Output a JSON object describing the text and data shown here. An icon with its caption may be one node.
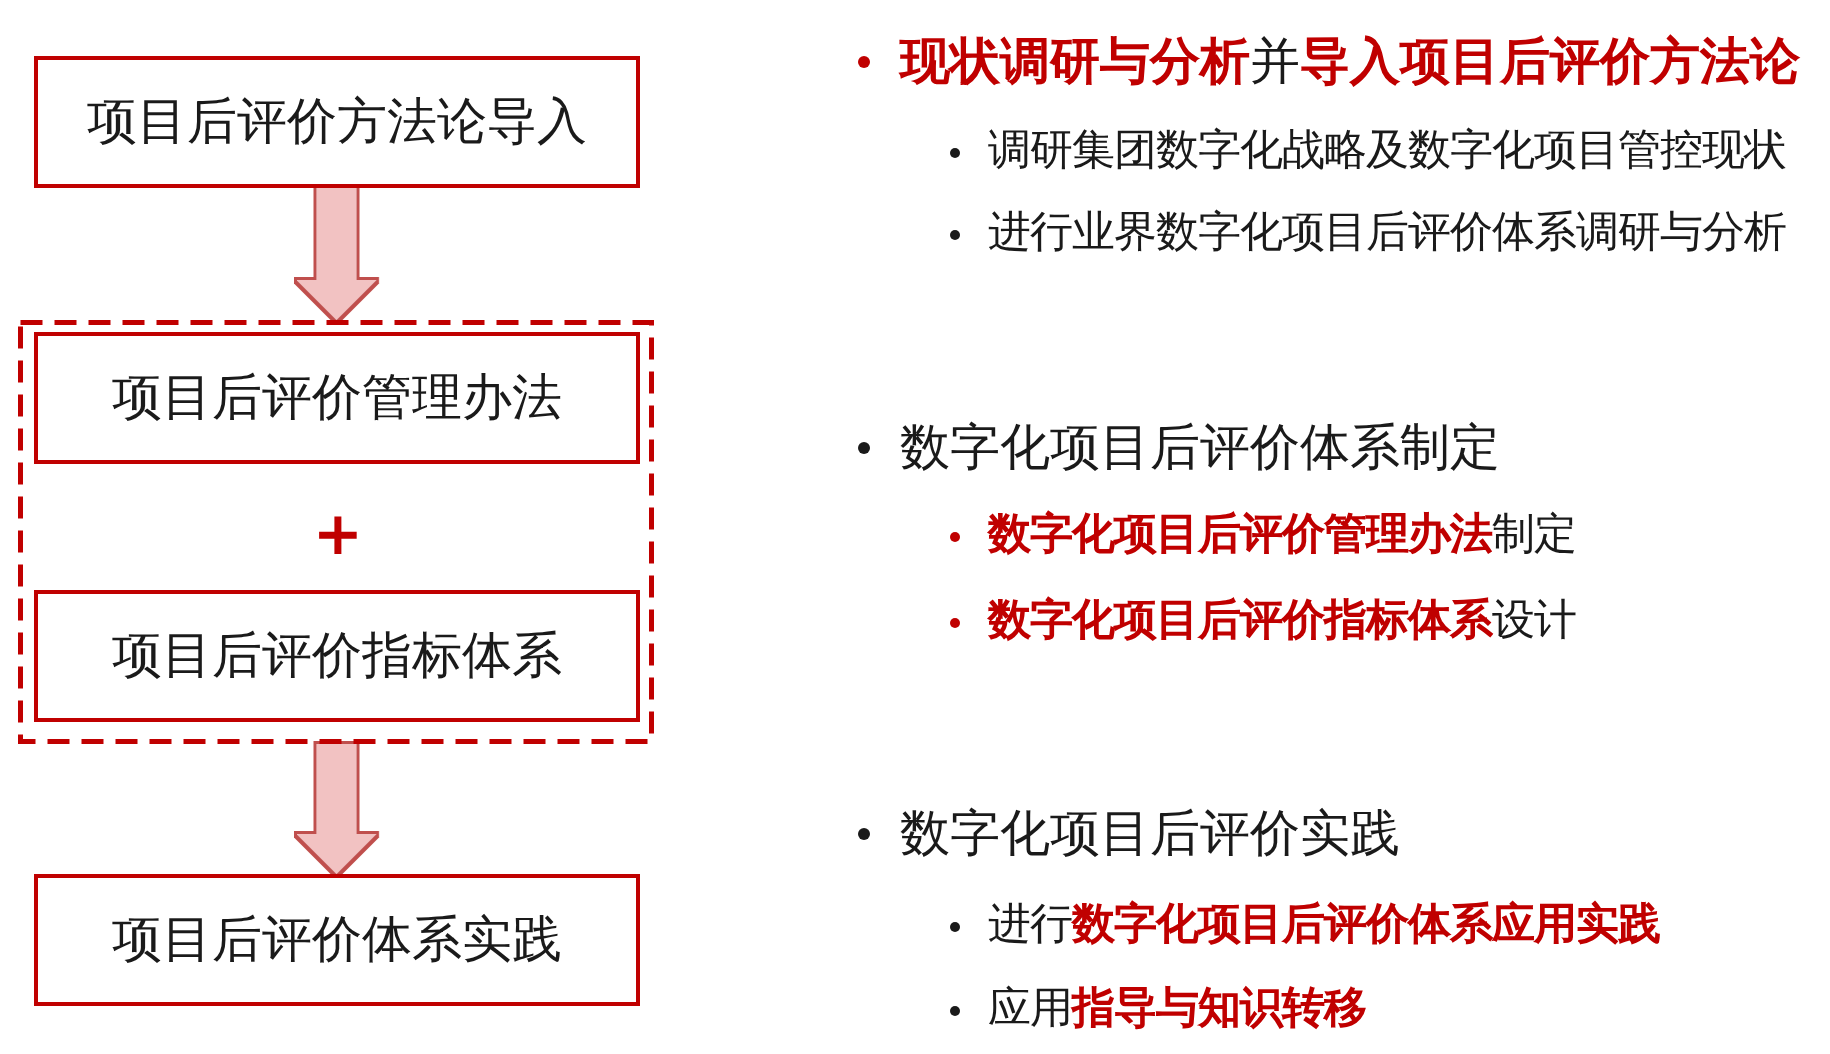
{
  "diagram": {
    "nodes": [
      {
        "text": [
          "项目后评价方法论导入"
        ]
      },
      {
        "text": [],
        "shape": "box"
      },
      {
        "text": [
          "项目后评价管理办法"
        ],
        "in": 1
      },
      {
        "text": [
          "项目后评价指标体系"
        ],
        "in": 1
      },
      {
        "text": [
          "项目后评价体系实践"
        ]
      }
    ],
    "edges": [
      {
        "from": 0,
        "to": 1,
        "arrow": "to"
      },
      {
        "from": 1,
        "to": 4,
        "arrow": "to"
      }
    ],
    "labels": [
      "+",
      "**现状调研与分析**并**导入项目后评价方法论**",
      "调研集团数字化战略及数字化项目管控现状",
      "进行业界数字化项目后评价体系调研与分析",
      "数字化项目后评价体系制定",
      "**数字化项目后评价管理办法**制定",
      "**数字化项目后评价指标体系**设计",
      "数字化项目后评价实践",
      "进行**数字化项目后评价体系应用实践**",
      "应用**指导与知识转移**"
    ]
  }
}
